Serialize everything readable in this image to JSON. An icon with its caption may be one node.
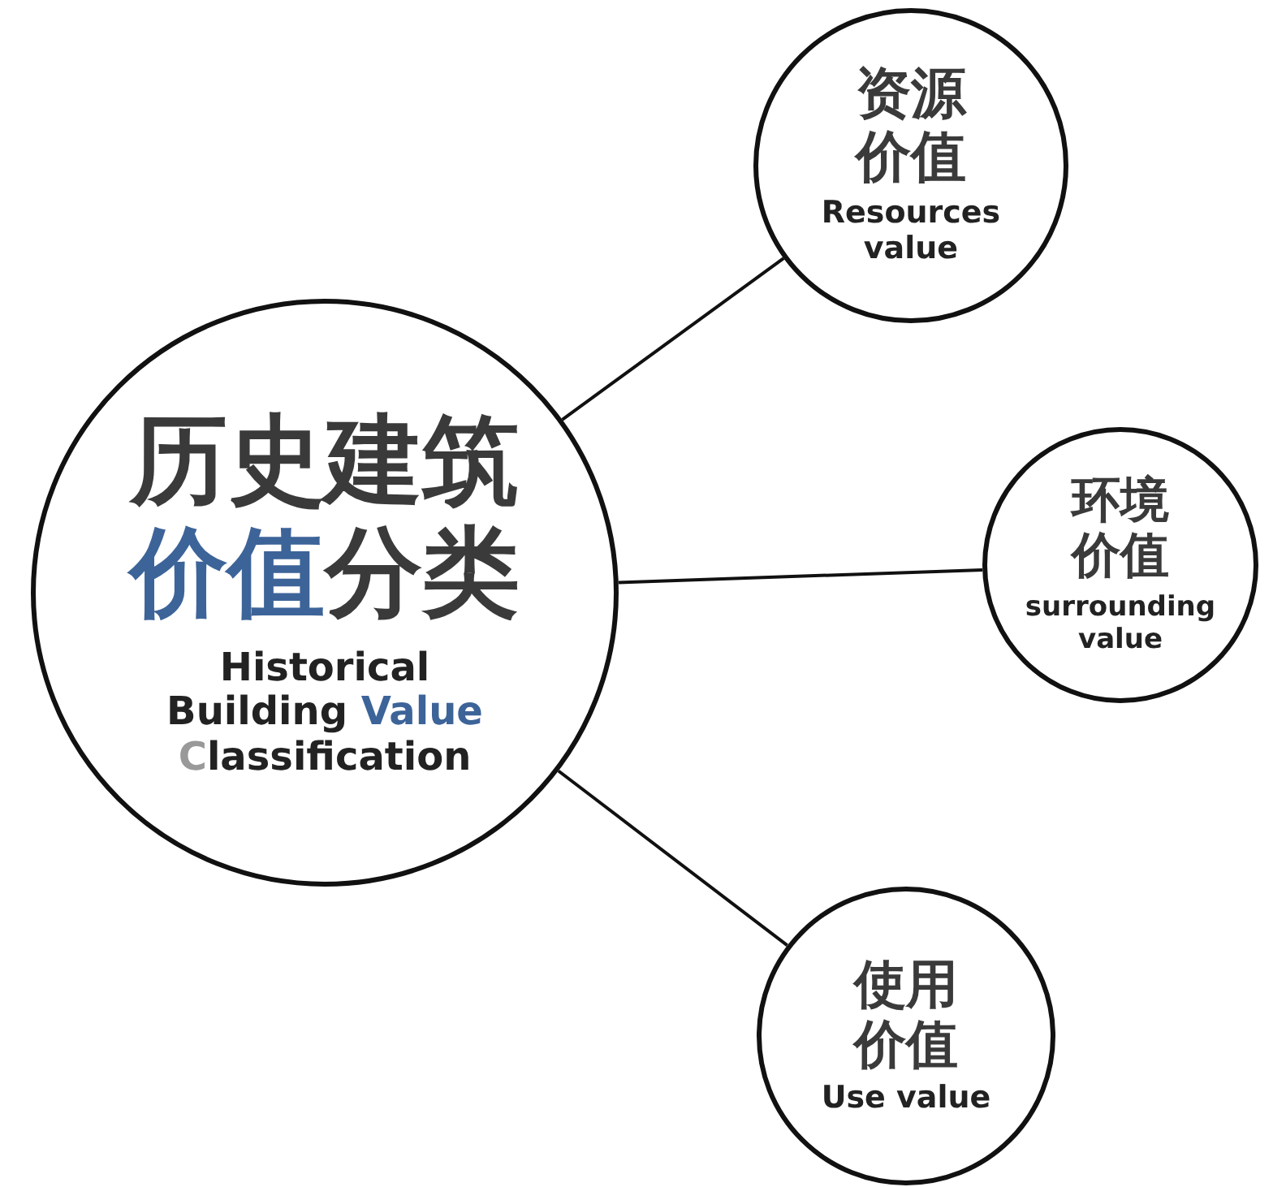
{
  "diagram": {
    "nodes": [
      {
        "text": [
          "历史建筑价值分类",
          "Historical Building Value Classification"
        ]
      },
      {
        "text": [
          "资源价值",
          "Resources value"
        ]
      },
      {
        "text": [
          "环境价值",
          "surrounding value"
        ]
      },
      {
        "text": [
          "使用价值",
          "Use value"
        ]
      }
    ],
    "edges": [
      {
        "from": 0,
        "to": 1,
        "arrow": "none"
      },
      {
        "from": 0,
        "to": 2,
        "arrow": "none"
      },
      {
        "from": 0,
        "to": 3,
        "arrow": "none"
      }
    ]
  }
}
